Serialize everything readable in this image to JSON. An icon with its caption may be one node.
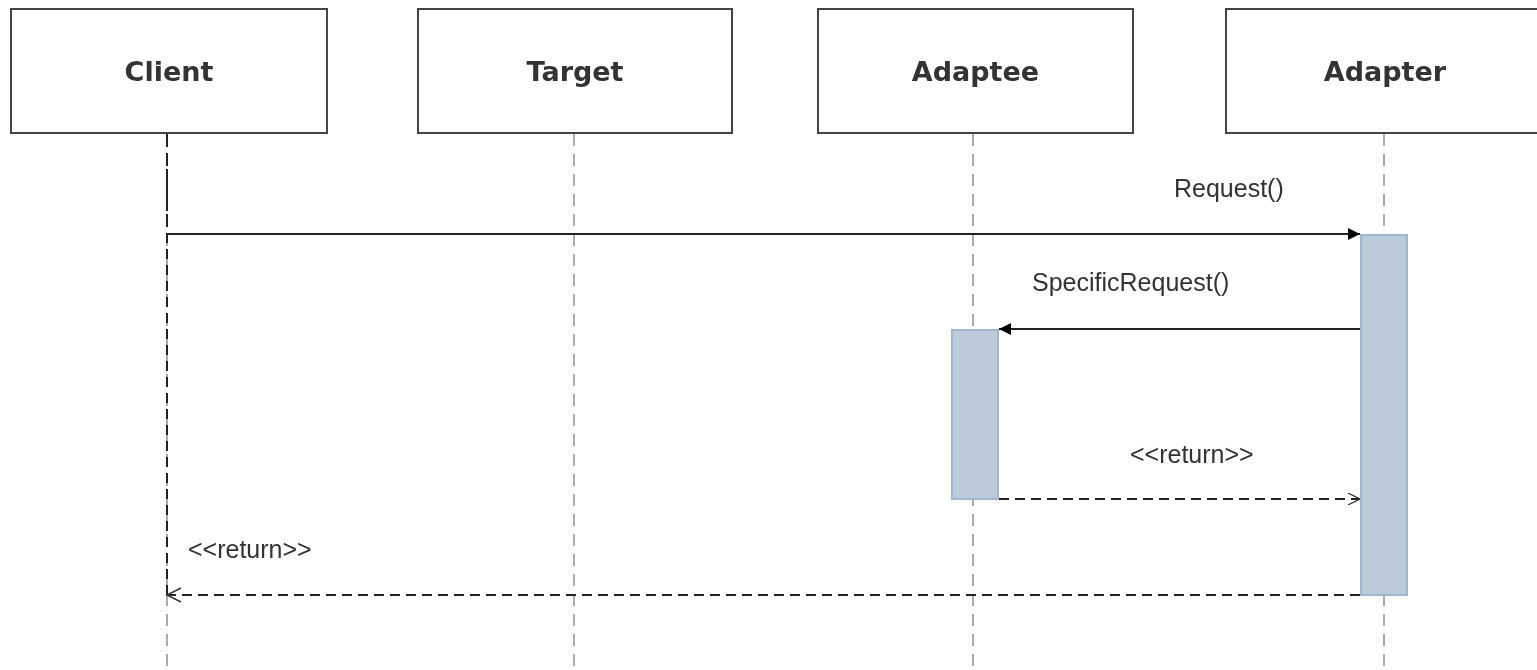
{
  "diagram": {
    "nodes": [
      {
        "text": [
          "Client"
        ]
      },
      {
        "text": [
          "Target"
        ]
      },
      {
        "text": [
          "Adaptee"
        ]
      },
      {
        "text": [
          "Adapter"
        ]
      },
      {
        "text": [],
        "shape": "bar"
      },
      {
        "text": [],
        "shape": "bar"
      }
    ],
    "edges": [
      {
        "from": 0,
        "to": 5,
        "arrow": "to",
        "label": "Request()"
      },
      {
        "from": 5,
        "to": 4,
        "arrow": "to",
        "label": "SpecificRequest()"
      },
      {
        "from": 4,
        "to": 5,
        "arrow": "to",
        "label": "<<return>>",
        "style": "dashed"
      },
      {
        "from": 5,
        "to": 0,
        "arrow": "to",
        "label": "<<return>>",
        "style": "dashed"
      }
    ]
  }
}
